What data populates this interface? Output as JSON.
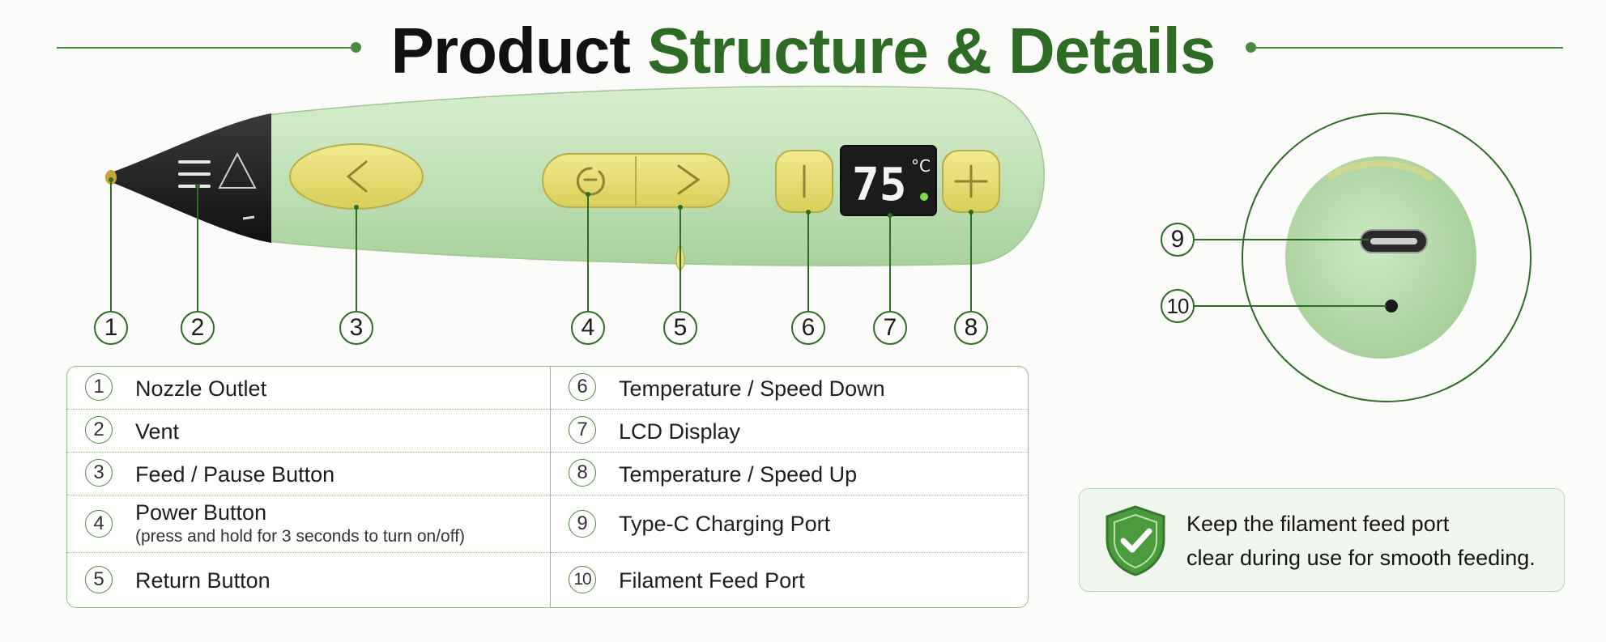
{
  "header": {
    "title_part1": "Product",
    "title_part2": "Structure & Details"
  },
  "display": {
    "value": "75",
    "unit": "°C"
  },
  "callouts": [
    "1",
    "2",
    "3",
    "4",
    "5",
    "6",
    "7",
    "8",
    "9",
    "10"
  ],
  "parts": [
    {
      "num": "1",
      "label": "Nozzle Outlet",
      "sub": ""
    },
    {
      "num": "2",
      "label": "Vent",
      "sub": ""
    },
    {
      "num": "3",
      "label": "Feed / Pause Button",
      "sub": ""
    },
    {
      "num": "4",
      "label": "Power Button",
      "sub": "(press and hold for 3 seconds to turn on/off)"
    },
    {
      "num": "5",
      "label": "Return Button",
      "sub": ""
    },
    {
      "num": "6",
      "label": "Temperature / Speed Down",
      "sub": ""
    },
    {
      "num": "7",
      "label": "LCD Display",
      "sub": ""
    },
    {
      "num": "8",
      "label": "Temperature / Speed Up",
      "sub": ""
    },
    {
      "num": "9",
      "label": "Type-C Charging Port",
      "sub": ""
    },
    {
      "num": "10",
      "label": "Filament Feed Port",
      "sub": ""
    }
  ],
  "note": {
    "line1": "Keep the filament feed port",
    "line2": "clear during use for smooth feeding."
  },
  "colors": {
    "brand_green": "#2e6b24",
    "pen_green": "#c5e4bd",
    "button_yellow": "#e8e17a",
    "lcd_bg": "#1b1b1b"
  }
}
